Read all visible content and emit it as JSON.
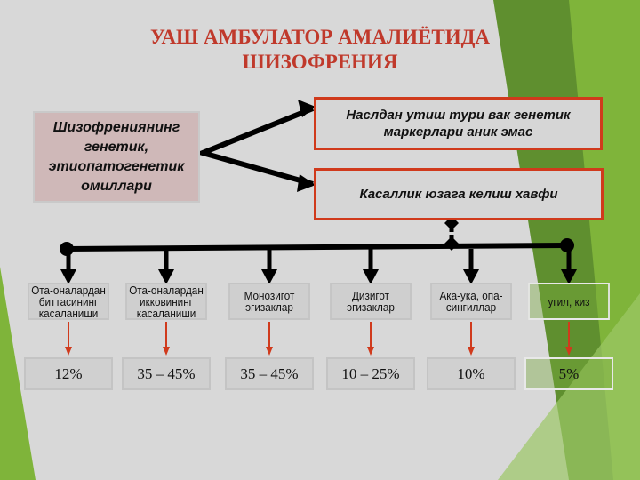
{
  "title": {
    "line1": "УАШ АМБУЛАТОР АМАЛИЁТИДА",
    "line2": "ШИЗОФРЕНИЯ"
  },
  "source_box": "Шизофрениянинг генетик, этиопатогенетик омиллари",
  "outcomes": [
    "Наслдан утиш тури вак генетик маркерлари аник эмас",
    "Касаллик юзага келиш хавфи"
  ],
  "relations": [
    {
      "label": "Ота-оналардан биттасининг касаланиши",
      "risk": "12%"
    },
    {
      "label": "Ота-оналардан икковининг касаланиши",
      "risk": "35 – 45%"
    },
    {
      "label": "Монозигот эгизаклар",
      "risk": "35 – 45%"
    },
    {
      "label": "Дизигот эгизаклар",
      "risk": "10 – 25%"
    },
    {
      "label": "Ака-ука, опа-сингиллар",
      "risk": "10%"
    },
    {
      "label": "угил, киз",
      "risk": "5%"
    }
  ],
  "colors": {
    "accent": "#c0392b",
    "green": "#76a832",
    "background": "#d8d8d8"
  }
}
